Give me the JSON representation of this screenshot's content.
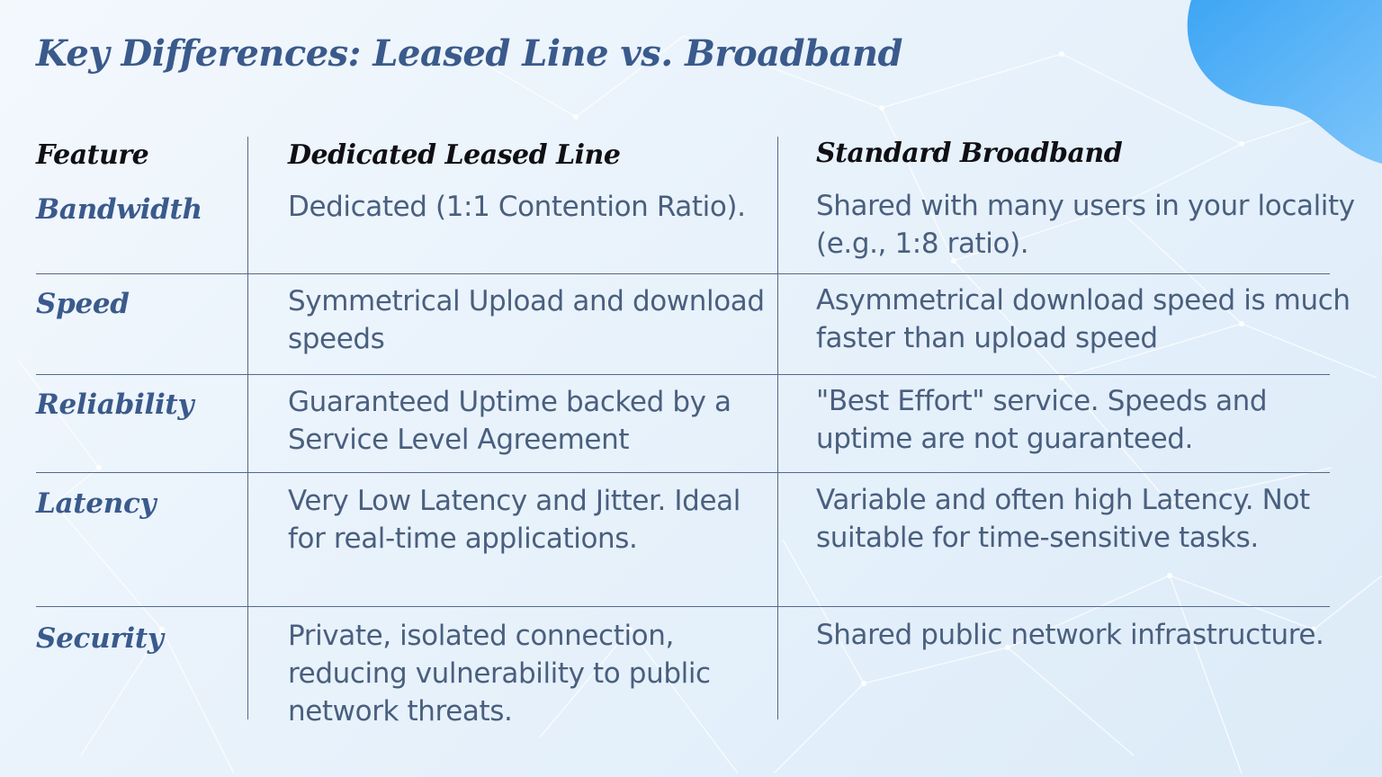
{
  "title": "Key Differences: Leased Line vs. Broadband",
  "headers": {
    "feature": "Feature",
    "leased": "Dedicated Leased Line",
    "broadband": "Standard Broadband"
  },
  "rows": [
    {
      "feature": "Bandwidth",
      "leased": "Dedicated (1:1 Contention Ratio).",
      "broadband": "Shared with many users in your locality (e.g., 1:8 ratio)."
    },
    {
      "feature": "Speed",
      "leased": "Symmetrical Upload and download speeds",
      "broadband": "Asymmetrical download speed is much faster than upload speed"
    },
    {
      "feature": "Reliability",
      "leased": "Guaranteed Uptime backed by a Service Level Agreement",
      "broadband": "\"Best Effort\" service. Speeds and uptime are not guaranteed."
    },
    {
      "feature": "Latency",
      "leased": "Very Low Latency and Jitter. Ideal for real-time applications.",
      "broadband": "Variable and often high Latency. Not suitable for time-sensitive tasks."
    },
    {
      "feature": "Security",
      "leased": "Private, isolated connection, reducing vulnerability to public network threats.",
      "broadband": "Shared public network infrastructure."
    }
  ],
  "colors": {
    "accent": "#3a5a8c",
    "header_text": "#0f0f14",
    "body_text": "#4a5f7e",
    "rule": "#54688a",
    "blob": "#3ea6f4"
  }
}
